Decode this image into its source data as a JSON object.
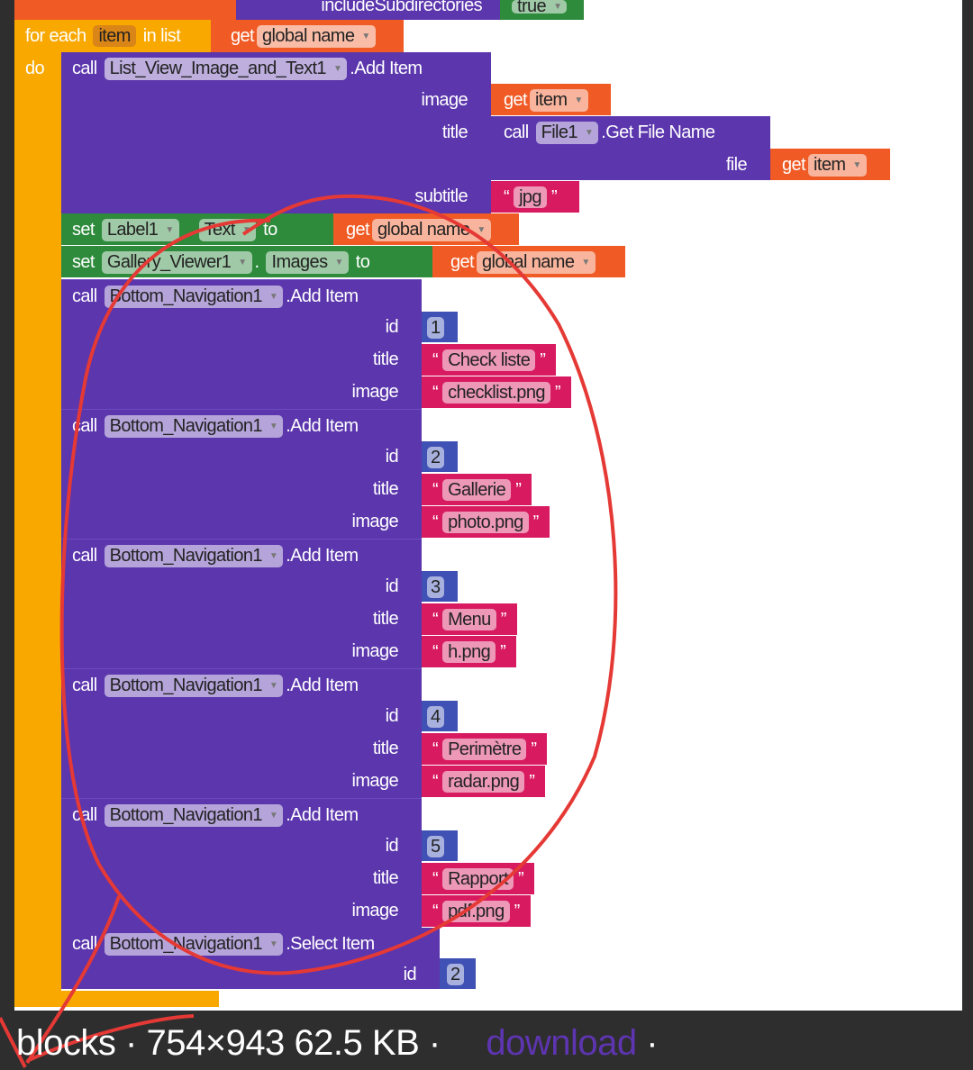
{
  "top": {
    "include_label": "includeSubdirectories",
    "true_value": "true"
  },
  "foreach": {
    "for_each": "for each",
    "var": "item",
    "in_list": "in list",
    "do": "do",
    "get": "get",
    "list_var": "global name"
  },
  "listview_call": {
    "call": "call",
    "component": "List_View_Image_and_Text1",
    "method": ".Add Item",
    "image_label": "image",
    "title_label": "title",
    "subtitle_label": "subtitle",
    "image_get": "get",
    "image_var": "item",
    "file_call": "call",
    "file_component": "File1",
    "file_method": ".Get File Name",
    "file_label": "file",
    "file_get": "get",
    "file_var": "item",
    "subtitle_value": "jpg"
  },
  "set_label": {
    "set": "set",
    "component": "Label1",
    "property": "Text",
    "to": "to",
    "get": "get",
    "var": "global name"
  },
  "set_gallery": {
    "set": "set",
    "component": "Gallery_Viewer1",
    "dot": ".",
    "property": "Images",
    "to": "to",
    "get": "get",
    "var": "global name"
  },
  "nav_items": [
    {
      "call": "call",
      "component": "Bottom_Navigation1",
      "method": ".Add Item",
      "id_label": "id",
      "title_label": "title",
      "image_label": "image",
      "id": "1",
      "title": "Check liste",
      "image": "checklist.png"
    },
    {
      "call": "call",
      "component": "Bottom_Navigation1",
      "method": ".Add Item",
      "id_label": "id",
      "title_label": "title",
      "image_label": "image",
      "id": "2",
      "title": "Gallerie",
      "image": "photo.png"
    },
    {
      "call": "call",
      "component": "Bottom_Navigation1",
      "method": ".Add Item",
      "id_label": "id",
      "title_label": "title",
      "image_label": "image",
      "id": "3",
      "title": "Menu",
      "image": "h.png"
    },
    {
      "call": "call",
      "component": "Bottom_Navigation1",
      "method": ".Add Item",
      "id_label": "id",
      "title_label": "title",
      "image_label": "image",
      "id": "4",
      "title": "Perimètre",
      "image": "radar.png"
    },
    {
      "call": "call",
      "component": "Bottom_Navigation1",
      "method": ".Add Item",
      "id_label": "id",
      "title_label": "title",
      "image_label": "image",
      "id": "5",
      "title": "Rapport",
      "image": "pdf.png"
    }
  ],
  "select_item": {
    "call": "call",
    "component": "Bottom_Navigation1",
    "method": ".Select Item",
    "id_label": "id",
    "id": "2"
  },
  "footer": {
    "name": "blocks",
    "sep1": "·",
    "dims": "754×943",
    "size": "62.5 KB",
    "sep2": "·",
    "download": "download",
    "sep3": "·"
  },
  "quote_open": "“",
  "quote_close": "”",
  "colors": {
    "procedure": "#5b36ad",
    "control": "#f9a800",
    "variable": "#f05a24",
    "setter": "#2e8b3c",
    "text": "#d81b60",
    "math": "#3f51b5",
    "annotation": "#e53935"
  }
}
